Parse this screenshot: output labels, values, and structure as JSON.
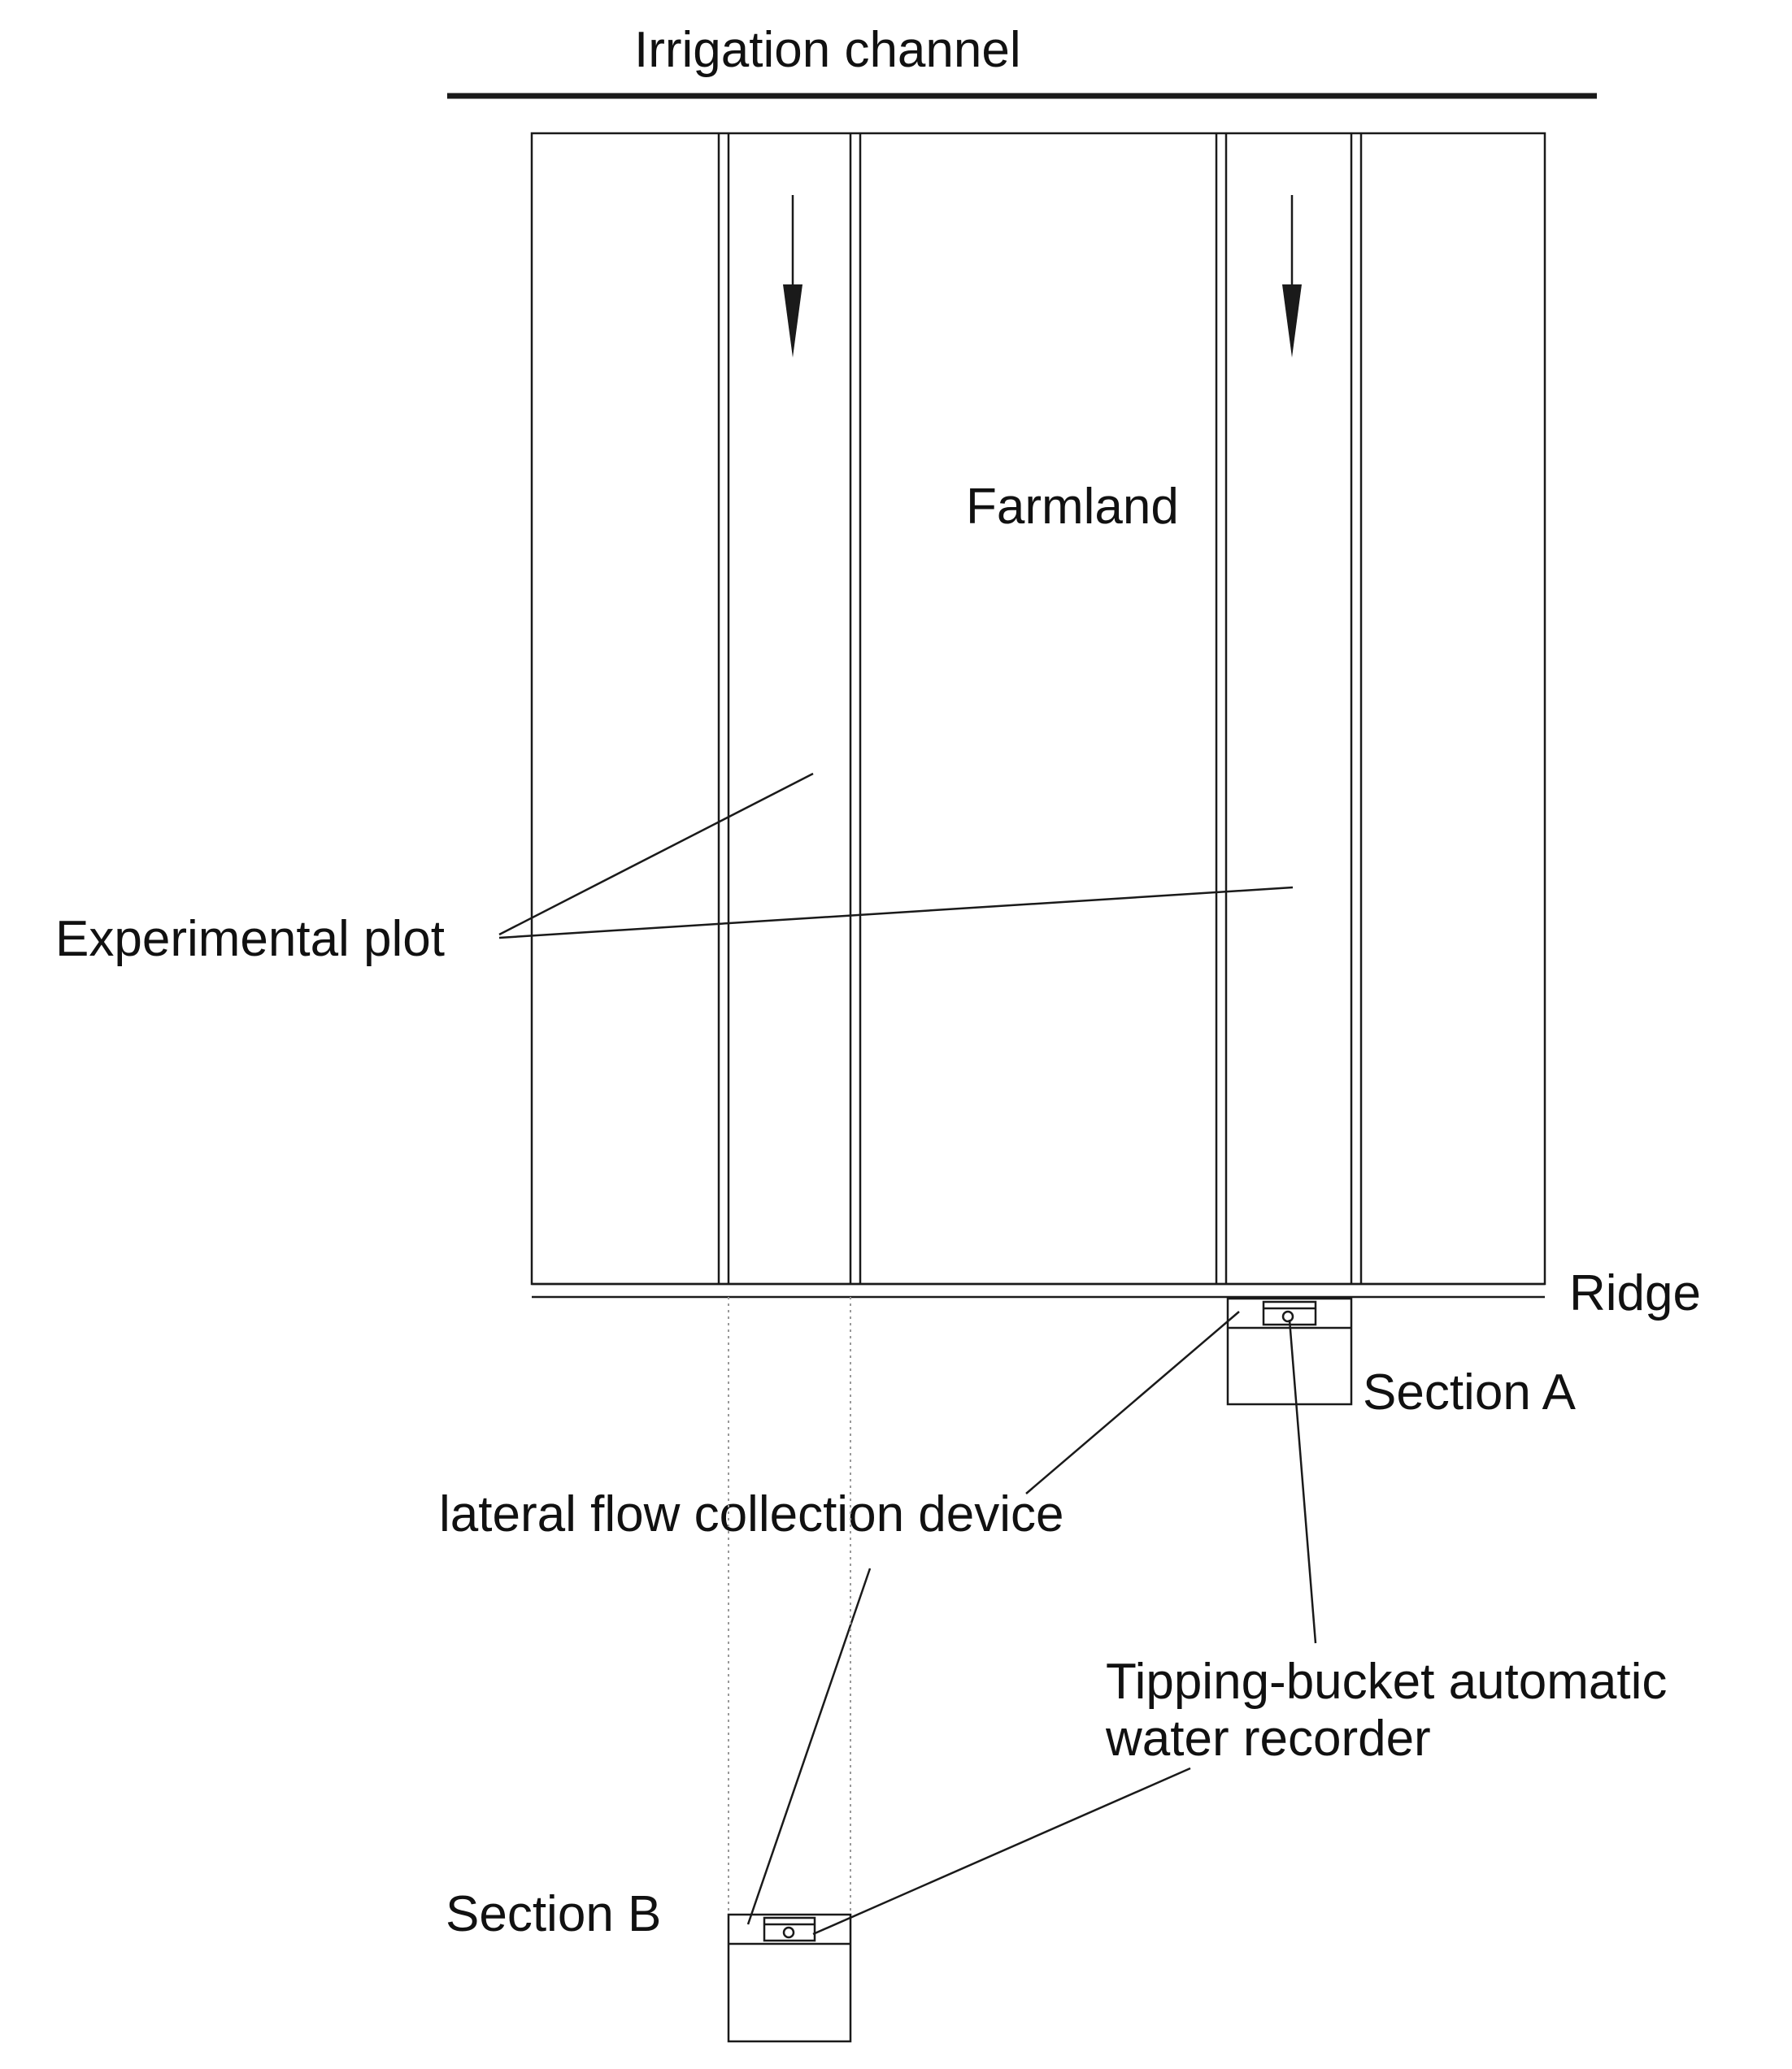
{
  "labels": {
    "irrigation_channel": "Irrigation channel",
    "farmland": "Farmland",
    "experimental_plot": "Experimental plot",
    "ridge": "Ridge",
    "section_a": "Section A",
    "lateral_flow_device": "lateral flow collection device",
    "tipping_bucket_line1": "Tipping-bucket automatic",
    "tipping_bucket_line2": "water recorder",
    "section_b": "Section B"
  },
  "colors": {
    "line": "#1a1a1a",
    "text": "#111111",
    "projection": "#9a9a9a",
    "background": "#ffffff"
  },
  "icons": [
    "flow-arrow-down-icon",
    "flow-arrow-down-icon"
  ]
}
